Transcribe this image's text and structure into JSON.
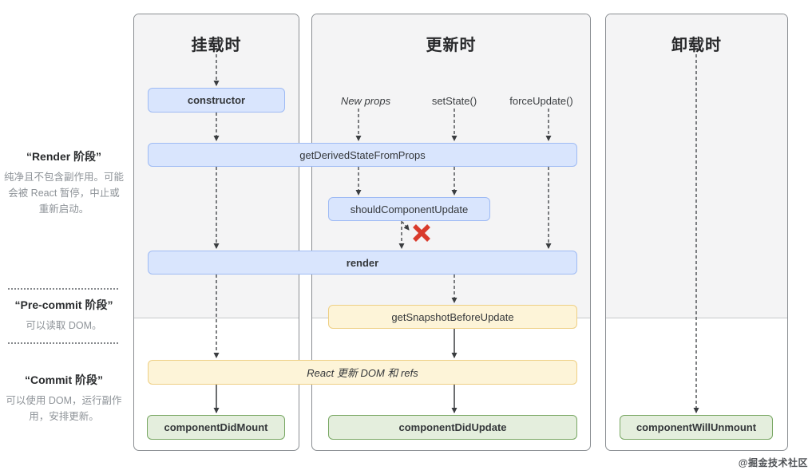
{
  "sidebar": {
    "render_phase": {
      "title": "“Render 阶段”",
      "body": "纯净且不包含副作用。可能会被 React 暂停，中止或重新启动。"
    },
    "pre_commit_phase": {
      "title": "“Pre-commit 阶段”",
      "body": "可以读取 DOM。"
    },
    "commit_phase": {
      "title": "“Commit 阶段”",
      "body": "可以使用 DOM，运行副作用，安排更新。"
    }
  },
  "columns": {
    "mounting": {
      "title": "挂载时"
    },
    "updating": {
      "title": "更新时",
      "triggers": [
        "New props",
        "setState()",
        "forceUpdate()"
      ]
    },
    "unmounting": {
      "title": "卸载时"
    }
  },
  "nodes": {
    "constructor": "constructor",
    "get_derived_state_from_props": "getDerivedStateFromProps",
    "should_component_update": "shouldComponentUpdate",
    "render": "render",
    "get_snapshot_before_update": "getSnapshotBeforeUpdate",
    "react_updates_dom": "React 更新 DOM 和 refs",
    "component_did_mount": "componentDidMount",
    "component_did_update": "componentDidUpdate",
    "component_will_unmount": "componentWillUnmount"
  },
  "watermark": "@掘金技术社区",
  "colors": {
    "render_phase_box_fill": "#d9e5fd",
    "render_phase_box_border": "#9fbbf4",
    "pre_commit_box_fill": "#fdf4d8",
    "pre_commit_box_border": "#eecf84",
    "commit_box_fill": "#e4eedd",
    "commit_box_border": "#78a763",
    "phase_region_shade": "#f4f4f5",
    "abort_cross": "#d93b2c",
    "arrow": "#3a3d40"
  }
}
